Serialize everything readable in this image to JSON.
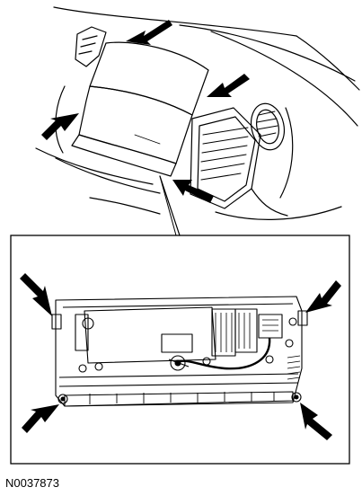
{
  "figure": {
    "id": "N0037873"
  },
  "colors": {
    "line": "#000000",
    "background": "#ffffff"
  },
  "icons": {
    "callout": "arrow-icon"
  },
  "top_view": {
    "callout_arrows": 4
  },
  "bottom_view": {
    "callout_arrows": 4
  }
}
